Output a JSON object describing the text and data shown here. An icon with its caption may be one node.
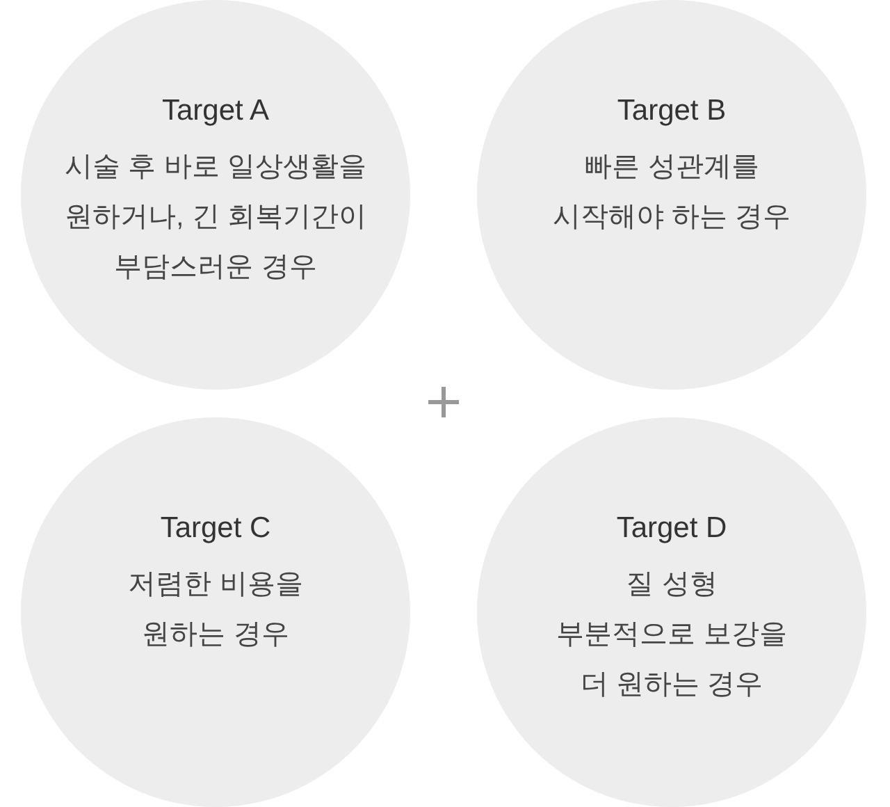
{
  "diagram": {
    "nodes": [
      {
        "text": [
          "Target A",
          "시술 후 바로 일상생활을 원하거나, 긴 회복기간이 부담스러운 경우"
        ]
      },
      {
        "text": [
          "Target B",
          "빠른 성관계를 시작해야 하는 경우"
        ]
      },
      {
        "text": [
          "Target C",
          "저렴한 비용을 원하는 경우"
        ]
      },
      {
        "text": [
          "Target D",
          "질 성형 부분적으로 보강을 더 원하는 경우"
        ]
      }
    ]
  }
}
